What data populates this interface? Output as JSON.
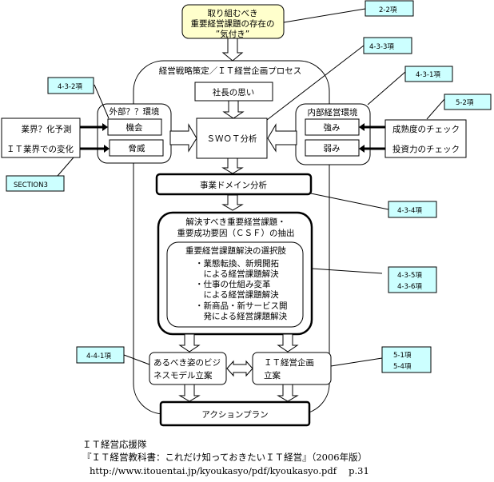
{
  "top_box": {
    "lines": [
      "取り組むべき",
      "重要経営課題の存在の",
      "”気付き”"
    ],
    "fill": "#ffffcc"
  },
  "process": {
    "title": "経営戦略策定／ＩＴ経営企画プロセス"
  },
  "president": {
    "label": "社長の思い"
  },
  "external": {
    "title": "外部？？環境",
    "opportunity": "機会",
    "threat": "脅威"
  },
  "industry": {
    "line1": "業界？化予測",
    "line2": "ＩＴ業界での変化"
  },
  "internal": {
    "title": "内部経営環境",
    "strength": "強み",
    "weakness": "弱み"
  },
  "checks": {
    "line1": "成熟度のチェック",
    "line2": "投資力のチェック"
  },
  "swot": {
    "label": "ＳＷＯＴ分析"
  },
  "domain_analysis": {
    "label": "事業ドメイン分析"
  },
  "csf": {
    "line1": "解決すべき重要経営課題・",
    "line2": "重要成功要因（ＣＳＦ）の抽出",
    "options_title": "重要経営課題解決の選択肢",
    "options": [
      "・業態転換、新規開拓",
      "　による経営課題解決",
      "・仕事の仕組み変革",
      "　による経営課題解決",
      "・新商品・新サービス開",
      "　発による経営課題解決"
    ]
  },
  "business_model": {
    "line1": "あるべき姿のビジ",
    "line2": "ネスモデル立案"
  },
  "it_plan": {
    "line1": "ＩＴ経営企画",
    "line2": "立案"
  },
  "action_plan": {
    "label": "アクションプラン"
  },
  "refs": {
    "r22": "2-2項",
    "r433": "4-3-3項",
    "r432": "4-3-2項",
    "r431": "4-3-1項",
    "r52": "5-2項",
    "section3": "SECTION3",
    "r434": "4-3-4項",
    "r435": "4-3-5項",
    "r436": "4-3-6項",
    "r441": "4-4-1項",
    "r51": "5-1項",
    "r54": "5-4項",
    "fill": "#ccffff"
  },
  "footer": {
    "line1": "ＩＴ経営応援隊",
    "line2": "『ＩＴ経営教科書：これだけ知っておきたいＩＴ経営』（2006年版）",
    "line3": "http://www.itouentai.jp/kyoukasyo/pdf/kyoukasyo.pdf　 p.31"
  }
}
